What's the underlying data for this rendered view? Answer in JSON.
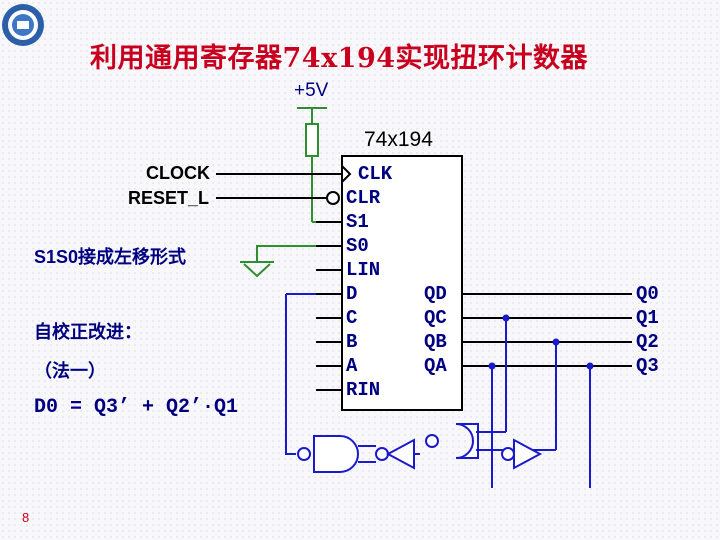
{
  "slide": {
    "title": "利用通用寄存器74x194实现扭环计数器",
    "page_number": "8"
  },
  "supply": {
    "label": "+5V"
  },
  "chip": {
    "name": "74x194",
    "input_pins": [
      "CLK",
      "CLR",
      "S1",
      "S0",
      "LIN",
      "D",
      "C",
      "B",
      "A",
      "RIN"
    ],
    "output_pins": [
      "QD",
      "QC",
      "QB",
      "QA"
    ]
  },
  "signals": {
    "clock": "CLOCK",
    "reset": "RESET_L"
  },
  "notes": {
    "mode": "S1S0接成左移形式",
    "self_correct": "自校正改进：",
    "method": "（法一）",
    "equation": "D0 = Q3’ + Q2’·Q1"
  },
  "outputs": [
    "Q0",
    "Q1",
    "Q2",
    "Q3"
  ],
  "colors": {
    "title": "#c8001e",
    "wire_black": "#000000",
    "wire_green": "#2f8f2f",
    "wire_blue": "#1a1acc",
    "text_blue": "#000080"
  }
}
